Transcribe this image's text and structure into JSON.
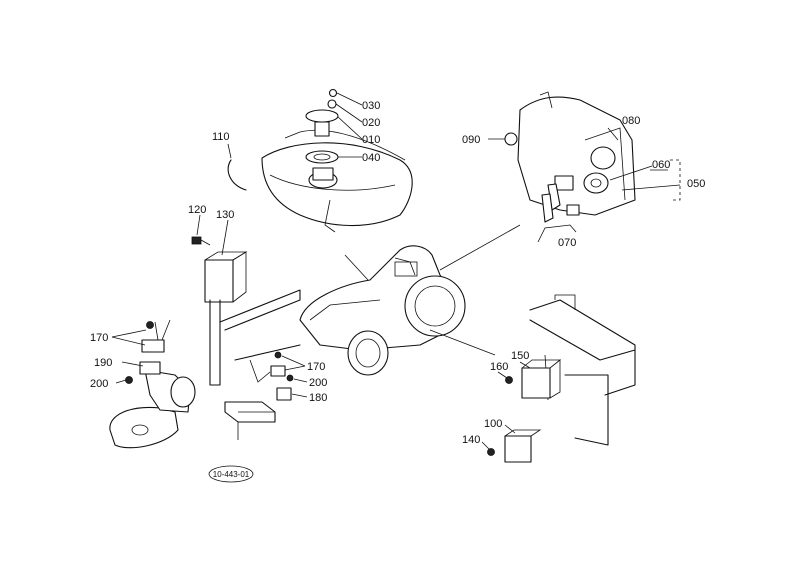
{
  "diagram": {
    "code": "10-443-01",
    "parts": [
      "010",
      "020",
      "030",
      "040",
      "050",
      "060",
      "070",
      "080",
      "090",
      "100",
      "110",
      "120",
      "130",
      "140",
      "150",
      "160",
      "170",
      "170",
      "180",
      "190",
      "200",
      "200"
    ]
  }
}
